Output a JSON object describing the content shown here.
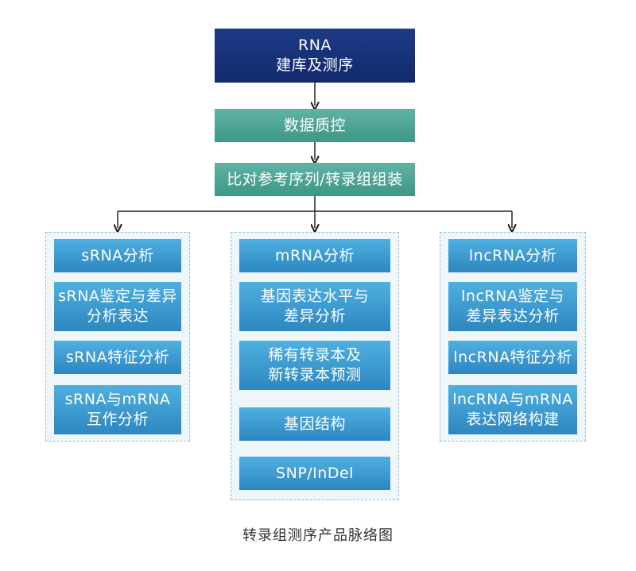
{
  "top": {
    "line1": "RNA",
    "line2": "建库及测序"
  },
  "qc": {
    "label": "数据质控"
  },
  "align": {
    "label": "比对参考序列/转录组组装"
  },
  "groups": [
    {
      "items": [
        {
          "lines": [
            "sRNA分析"
          ]
        },
        {
          "lines": [
            "sRNA鉴定与差异",
            "分析表达"
          ]
        },
        {
          "lines": [
            "sRNA特征分析"
          ]
        },
        {
          "lines": [
            "sRNA与mRNA",
            "互作分析"
          ]
        }
      ]
    },
    {
      "items": [
        {
          "lines": [
            "mRNA分析"
          ]
        },
        {
          "lines": [
            "基因表达水平与",
            "差异分析"
          ]
        },
        {
          "lines": [
            "稀有转录本及",
            "新转录本预测"
          ]
        },
        {
          "lines": [
            "基因结构"
          ]
        },
        {
          "lines": [
            "SNP/InDel"
          ]
        }
      ]
    },
    {
      "items": [
        {
          "lines": [
            "lncRNA分析"
          ]
        },
        {
          "lines": [
            "lncRNA鉴定与",
            "差异表达分析"
          ]
        },
        {
          "lines": [
            "lncRNA特征分析"
          ]
        },
        {
          "lines": [
            "lncRNA与mRNA",
            "表达网络构建"
          ]
        }
      ]
    }
  ],
  "caption": "转录组测序产品脉络图",
  "colors": {
    "top_box": "#1d3a86",
    "process_box": "#4aa595",
    "item_box": "#3a98d0",
    "group_border": "#8fc3dc",
    "connector": "#222222"
  }
}
